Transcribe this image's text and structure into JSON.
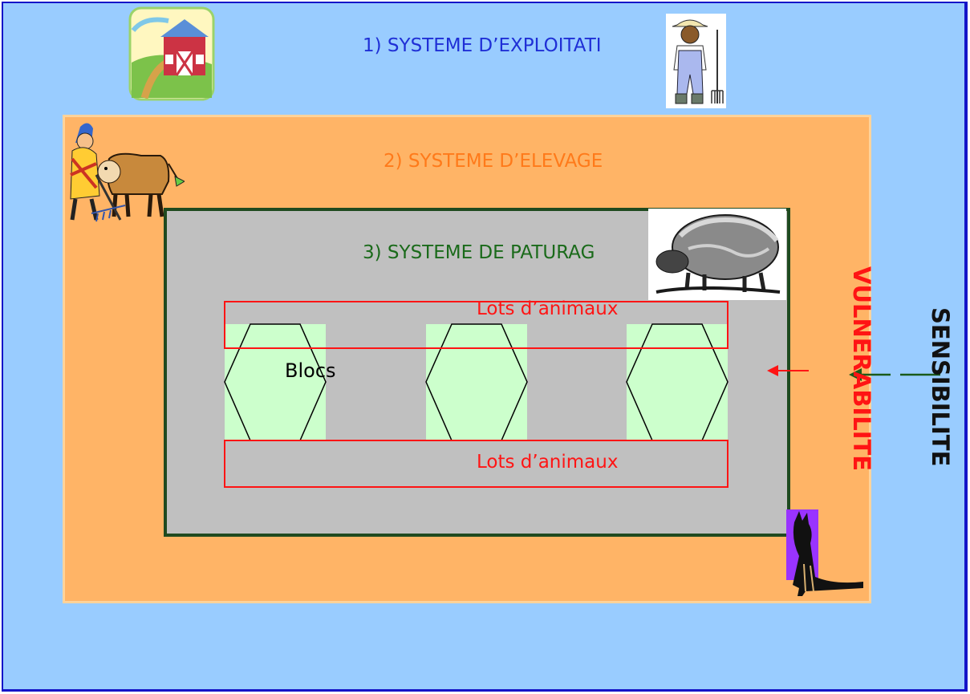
{
  "diagram": {
    "system1_label": "1) SYSTEME D’EXPLOITATI",
    "system2_label": "2) SYSTEME D’ELEVAGE",
    "system3_label": "3) SYSTEME DE PATURAG",
    "blocs_label": "Blocs",
    "lots_top_label": "Lots d’animaux",
    "lots_bottom_label": "Lots d’animaux",
    "vulnerability_label": "VULNERABILITE",
    "sensitivity_label": "SENSIBILITE"
  },
  "colors": {
    "background": "#99ccff",
    "frame_border": "#1414c8",
    "elevage_box": "#ffb466",
    "paturage_box": "#c0c0c0",
    "bloc_fill": "#ccffcc",
    "lots_red": "#ff1414",
    "sensitivity_arrow": "#1a5a1a"
  },
  "clipart": [
    "farm-icon",
    "farmer-icon",
    "cow-herder-icon",
    "sheep-icon",
    "wolf-icon"
  ]
}
